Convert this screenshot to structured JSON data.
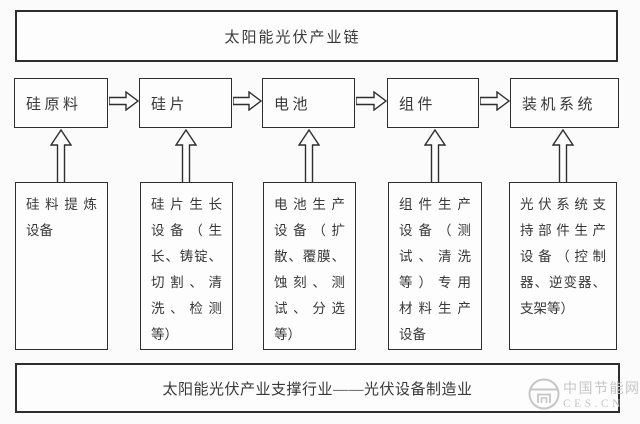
{
  "diagram": {
    "title": "太阳能光伏产业链",
    "bottom_title": "太阳能光伏产业支撑行业——光伏设备制造业",
    "chain_stages": [
      {
        "label": "硅原料"
      },
      {
        "label": "硅片"
      },
      {
        "label": "电池"
      },
      {
        "label": "组件"
      },
      {
        "label": "装机系统"
      }
    ],
    "equipment_boxes": [
      {
        "text": "硅料提炼设备",
        "lines": [
          "硅料提炼",
          "设备"
        ]
      },
      {
        "text": "硅片生长设备（生长、铸锭、切割、清洗、检测等）",
        "lines": [
          "硅片生长",
          "设备（生",
          "长、铸锭、",
          "切割、清",
          "洗、检测",
          "等）"
        ]
      },
      {
        "text": "电池生产设备（扩散、覆膜、蚀刻、测试、分选等）",
        "lines": [
          "电池生产",
          "设备（扩",
          "散、覆膜、",
          "蚀刻、测",
          "试、分选",
          "等）"
        ]
      },
      {
        "text": "组件生产设备（测试、清洗等）专用材料生产设备",
        "lines": [
          "组件生产",
          "设备（测",
          "试、清洗",
          "等）专用",
          "材料生产",
          "设备"
        ]
      },
      {
        "text": "光伏系统支持部件生产设备（控制器、逆变器、支架等）",
        "lines": [
          "光伏系统支",
          "持部件生产",
          "设备（控制",
          "器、逆变器、",
          "支架等）"
        ]
      }
    ],
    "watermark": {
      "site_name": "中国节能网",
      "site_domain": "CES.CN"
    },
    "colors": {
      "border": "#2e2e2e",
      "text": "#383838",
      "background": "#fbfbfb",
      "watermark": "#c6c6c6"
    }
  }
}
